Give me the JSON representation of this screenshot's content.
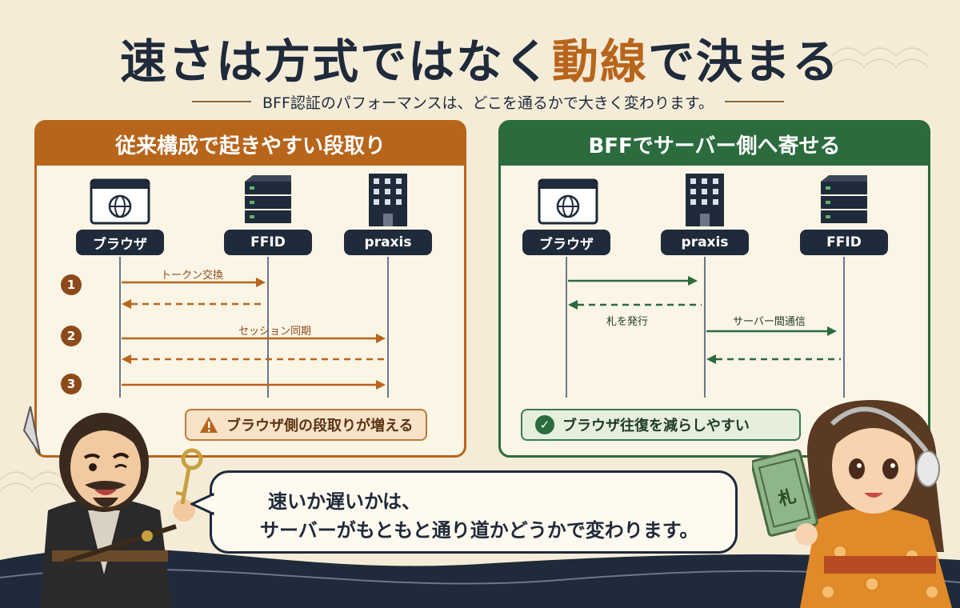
{
  "title": {
    "before": "速さは方式ではなく",
    "accent": "動線",
    "after": "で決まる"
  },
  "subtitle": "BFF認証のパフォーマンスは、どこを通るかで大きく変わります。",
  "left_panel": {
    "header": "従来構成で起きやすい段取り",
    "actors": [
      "ブラウザ",
      "FFID",
      "praxis"
    ],
    "steps": [
      "1",
      "2",
      "3"
    ],
    "messages": {
      "m1": "トークン交換",
      "m3": "セッション同期"
    },
    "note": "ブラウザ側の段取りが増える",
    "note_icon": "warning-icon"
  },
  "right_panel": {
    "header": "BFFでサーバー側へ寄せる",
    "actors": [
      "ブラウザ",
      "praxis",
      "FFID"
    ],
    "messages": {
      "m2": "札を発行",
      "m3": "サーバー間通信"
    },
    "note": "ブラウザ往復を減らしやすい",
    "note_icon": "check-icon"
  },
  "speech": {
    "line1": "速いか遅いかは、",
    "line2": "サーバーがもともと通り道かどうかで変わります。"
  },
  "ticket_text": "札",
  "colors": {
    "accent": "#b8651c",
    "green": "#2b6b3e",
    "navy": "#1f2a3a",
    "paper": "#f5ecd8"
  }
}
